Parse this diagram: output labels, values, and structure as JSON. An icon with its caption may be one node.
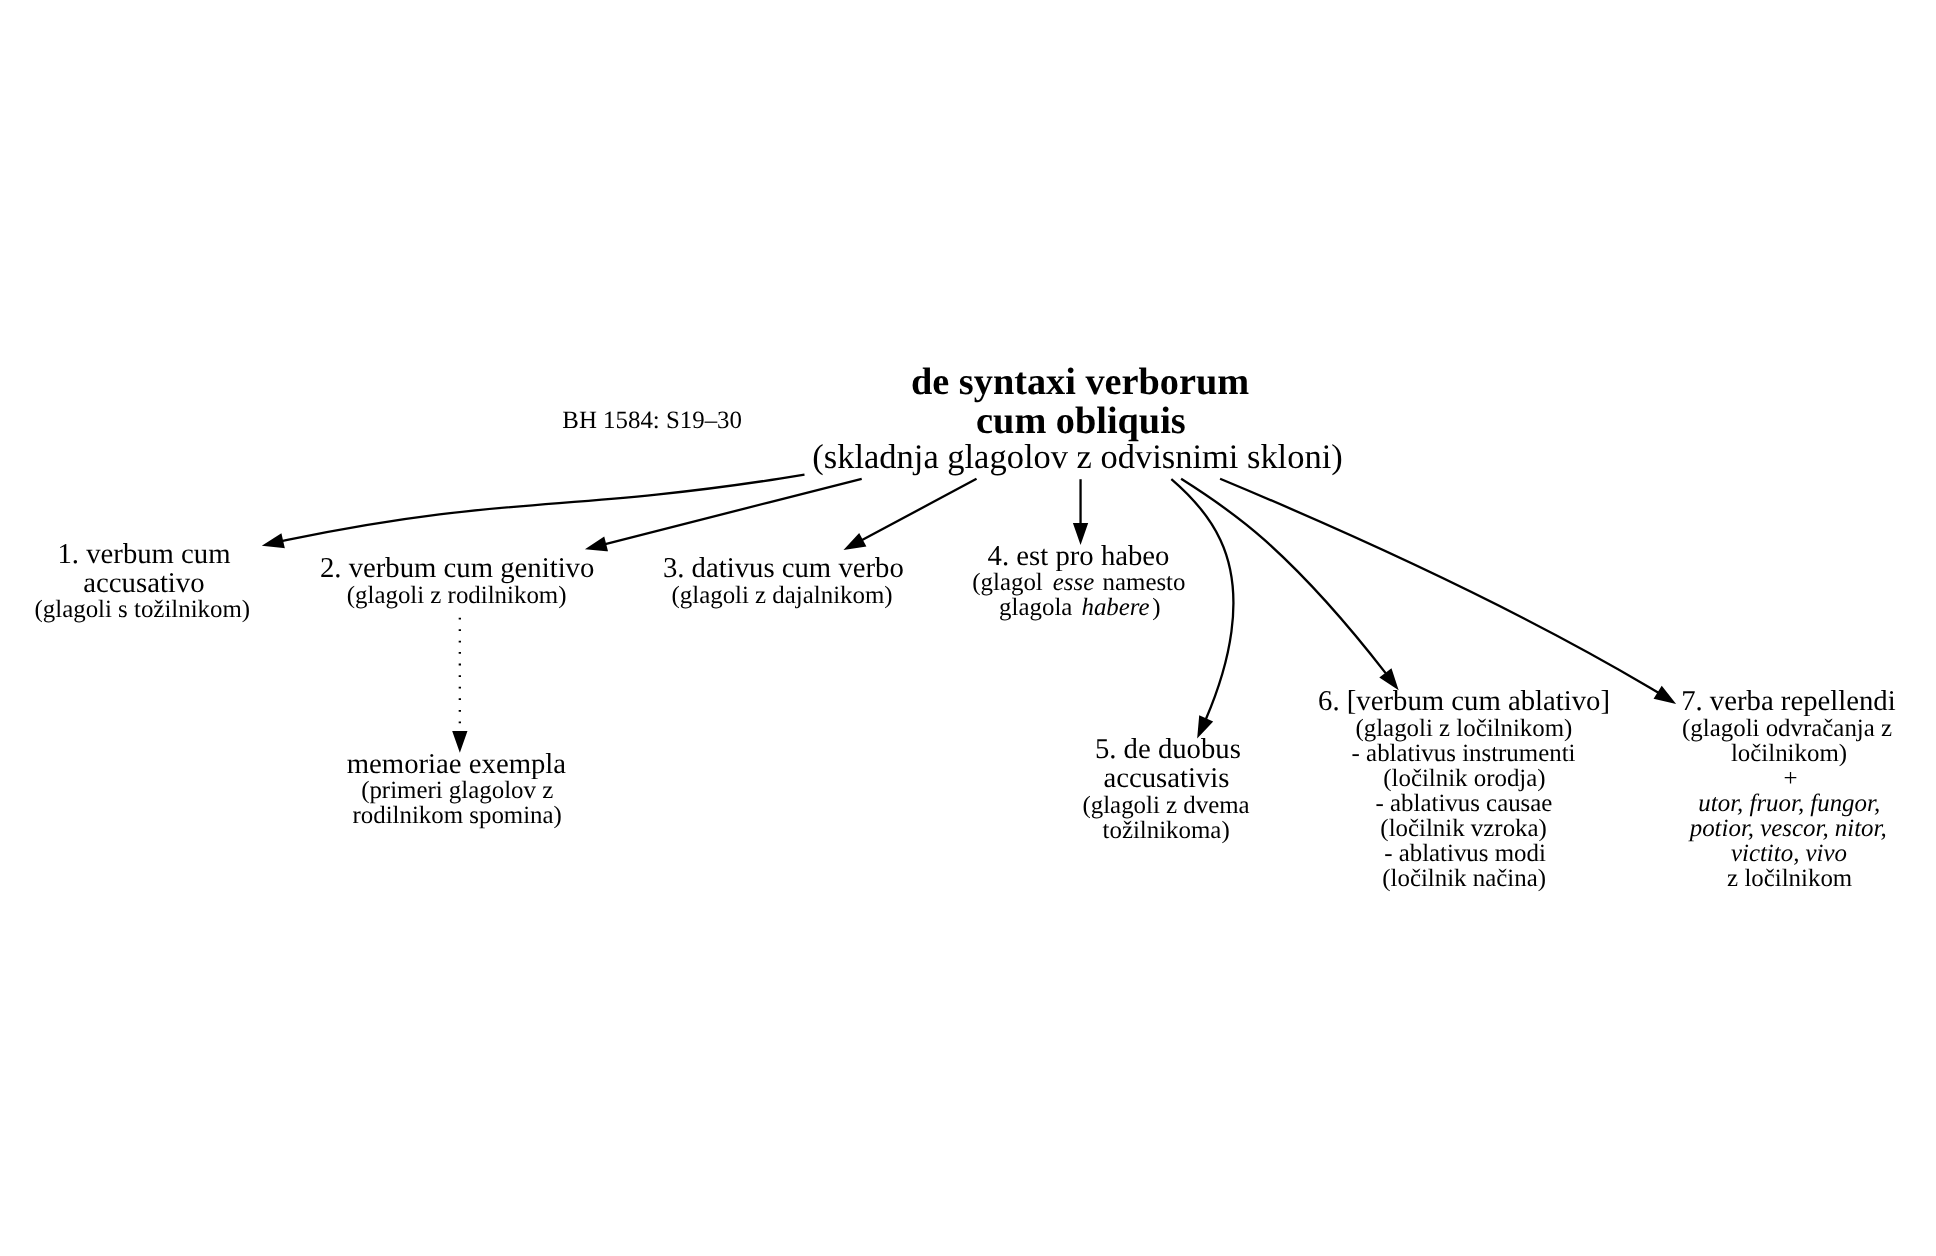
{
  "diagram": {
    "nodes": [
      {
        "text": [
          "de syntaxi verborum cum obliquis",
          "(skladnja glagolov z odvisnimi skloni)"
        ]
      },
      {
        "text": [
          "1. verbum cum accusativo",
          "(glagoli s tožilnikom)"
        ]
      },
      {
        "text": [
          "2. verbum cum genitivo",
          "(glagoli z rodilnikom)"
        ]
      },
      {
        "text": [
          "3. dativus cum verbo",
          "(glagoli z dajalnikom)"
        ]
      },
      {
        "text": [
          "4. est pro habeo",
          "(glagol *esse* namesto glagola *habere*)"
        ]
      },
      {
        "text": [
          "memoriae exempla",
          "(primeri glagolov z rodilnikom spomina)"
        ]
      },
      {
        "text": [
          "5. de duobus accusativis",
          "(glagoli z dvema tožilnikoma)"
        ]
      },
      {
        "text": [
          "6. [verbum cum ablativo]",
          "(glagoli z ločilnikom)",
          "- ablativus instrumenti (ločilnik orodja)",
          "- ablativus causae (ločilnik vzroka)",
          "- ablativus modi (ločilnik načina)"
        ]
      },
      {
        "text": [
          "7. verba repellendi",
          "(glagoli odvračanja z ločilnikom)",
          "+",
          "*utor, fruor, fungor, potior, vescor, nitor, victito, vivo*",
          "z ločilnikom"
        ]
      }
    ],
    "edges": [
      {
        "from": 0,
        "to": 1,
        "arrow": "to"
      },
      {
        "from": 0,
        "to": 6,
        "arrow": "to"
      },
      {
        "from": 0,
        "to": 2,
        "arrow": "to"
      },
      {
        "from": 0,
        "to": 7,
        "arrow": "to"
      },
      {
        "from": 0,
        "to": 3,
        "arrow": "to"
      },
      {
        "from": 0,
        "to": 8,
        "arrow": "to"
      },
      {
        "from": 0,
        "to": 4,
        "arrow": "to"
      },
      {
        "from": 2,
        "to": 5,
        "arrow": "to",
        "style": "dashed"
      }
    ],
    "labels": [
      "BH 1584: S19–30"
    ]
  }
}
